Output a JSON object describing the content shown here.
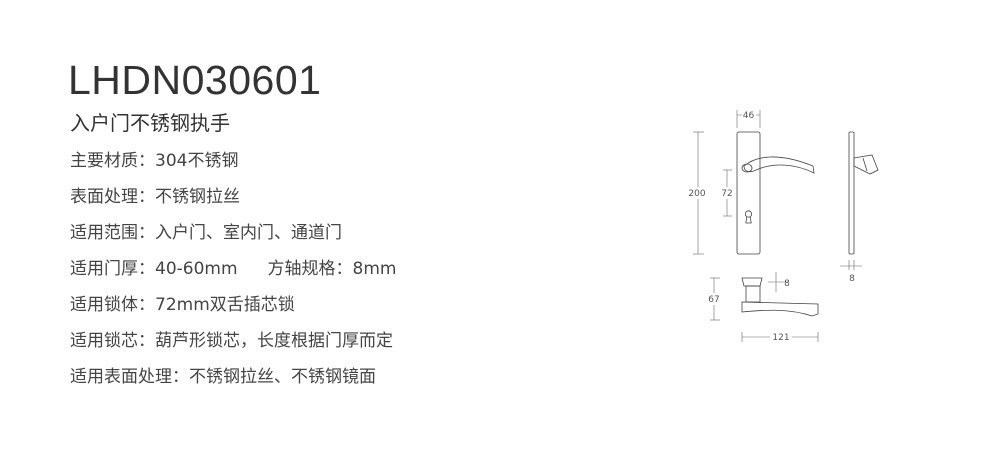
{
  "product": {
    "model": "LHDN030601",
    "name": "入户门不锈钢执手"
  },
  "specs": [
    {
      "label": "主要材质：",
      "value": "304不锈钢"
    },
    {
      "label": "表面处理：",
      "value": "不锈钢拉丝"
    },
    {
      "label": "适用范围：",
      "value": "入户门、室内门、通道门"
    },
    {
      "label": "适用门厚：",
      "value": "40-60mm",
      "label2": "方轴规格：",
      "value2": "8mm"
    },
    {
      "label": "适用锁体：",
      "value": "72mm双舌插芯锁"
    },
    {
      "label": "适用锁芯：",
      "value": "葫芦形锁芯，长度根据门厚而定"
    },
    {
      "label": "适用表面处理：",
      "value": "不锈钢拉丝、不锈钢镜面"
    }
  ],
  "drawing": {
    "width": "46",
    "height": "200",
    "center_distance": "72",
    "side_depth": "8",
    "spindle": "8",
    "handle_height": "67",
    "handle_length": "121"
  }
}
